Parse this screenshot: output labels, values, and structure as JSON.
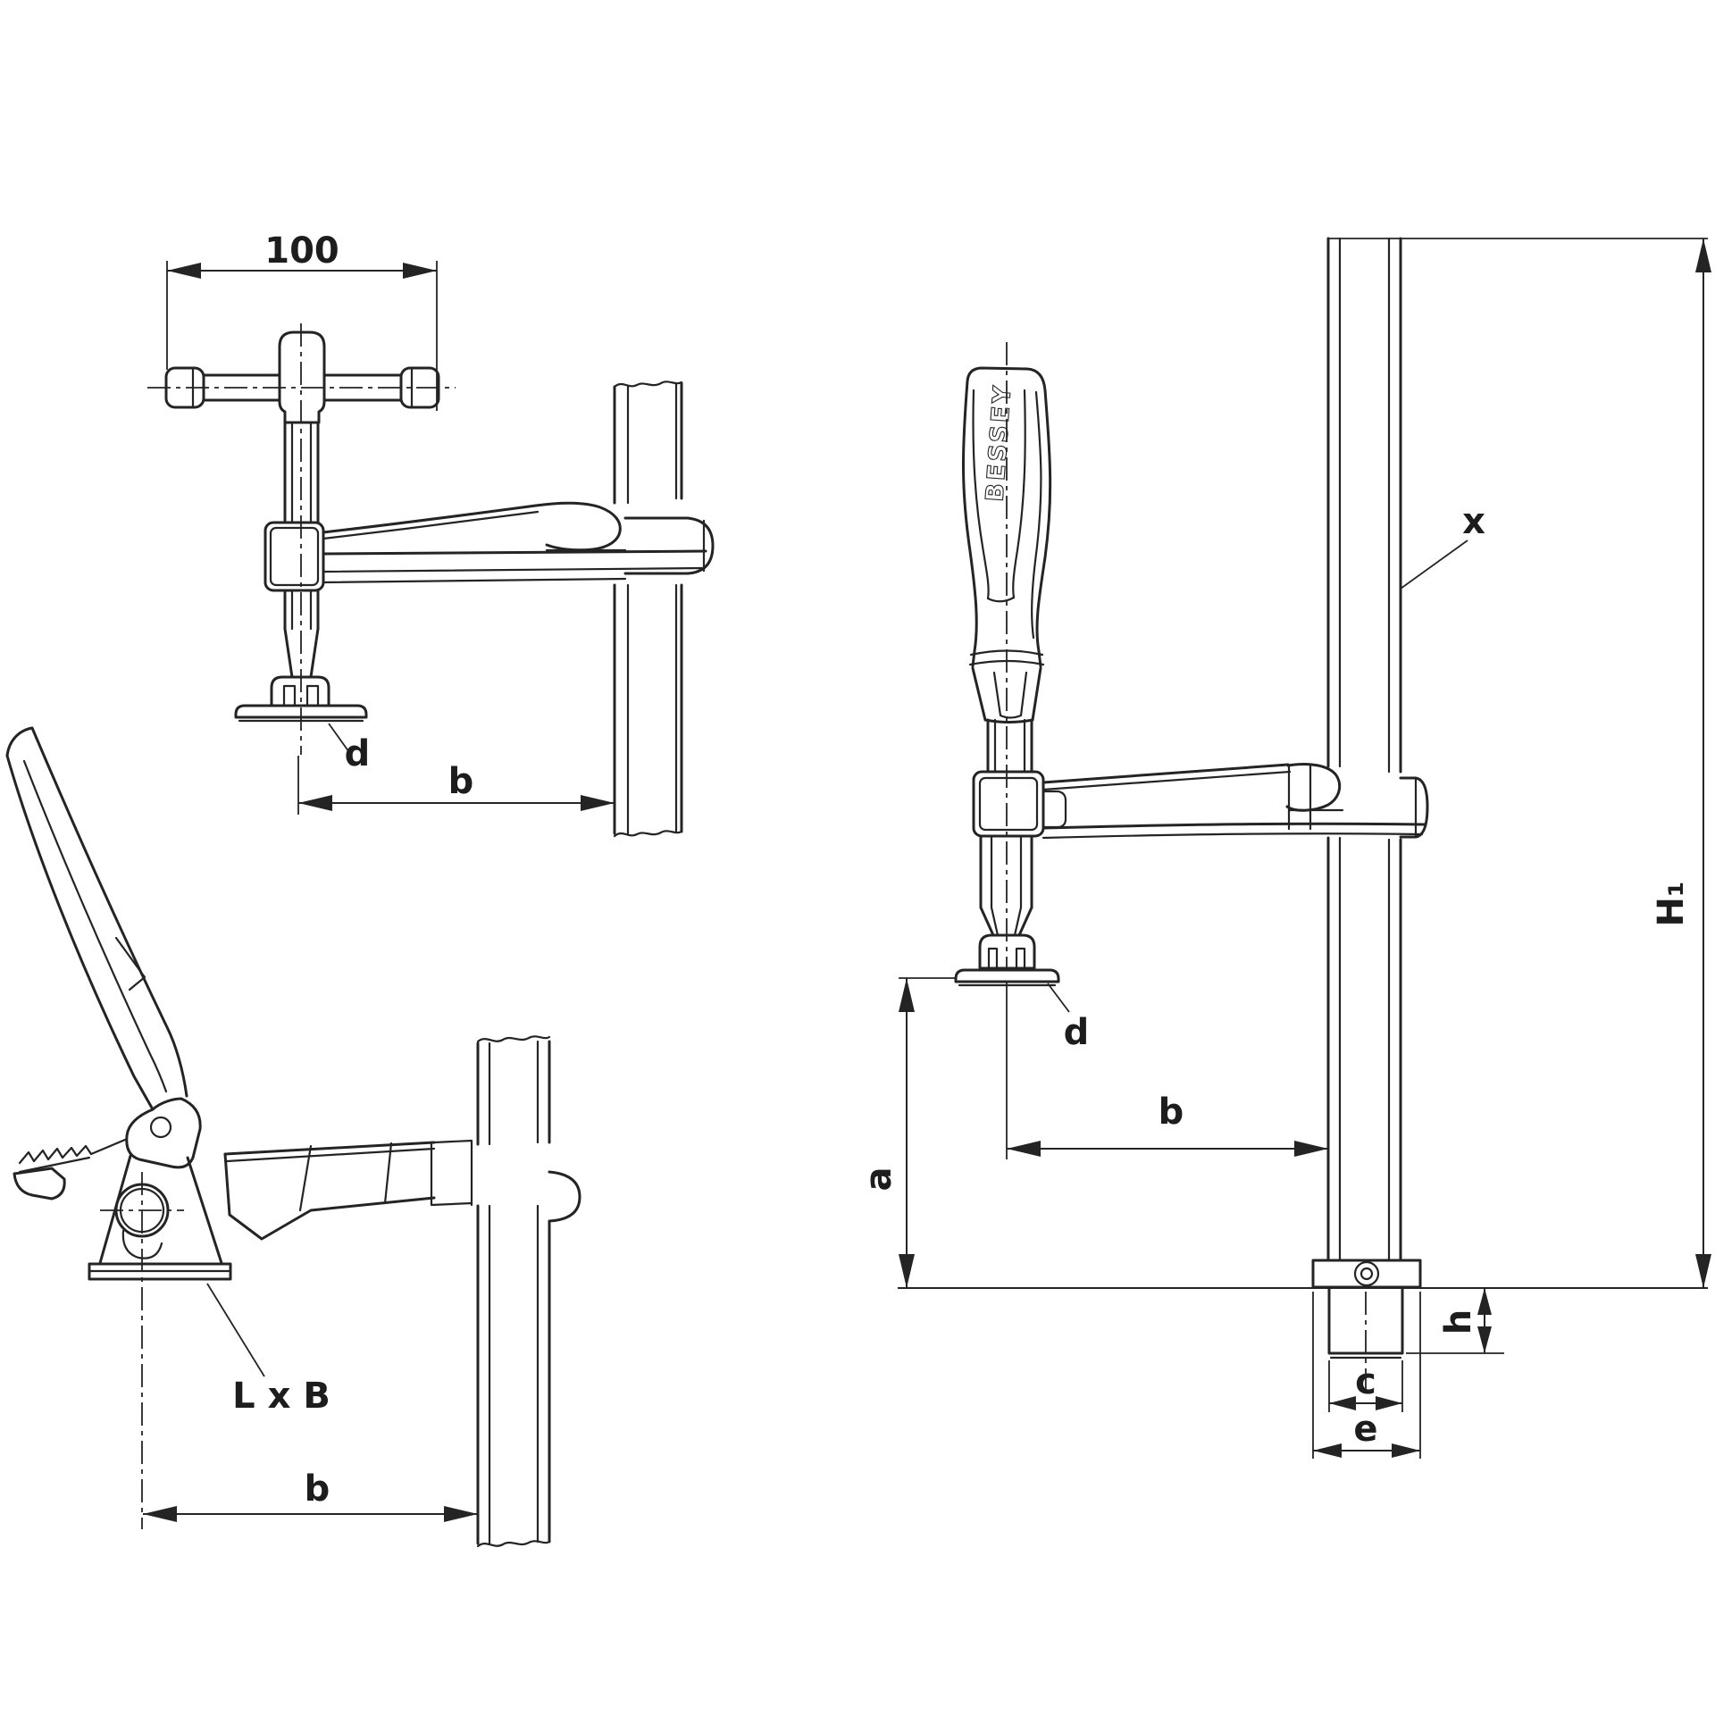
{
  "drawing": {
    "background": "#ffffff",
    "line_color": "#242424",
    "brand": "BESSEY",
    "labels": {
      "top_left": {
        "width": "100",
        "pad_diameter": "d",
        "reach": "b"
      },
      "bottom_left": {
        "pad_plate": "L x B",
        "reach": "b"
      },
      "right": {
        "rail_profile": "x",
        "pad_diameter": "d",
        "opening": "a",
        "reach": "b",
        "rail_height": "H₁",
        "collar_height": "h",
        "rail_thickness": "c",
        "end_width": "e"
      }
    }
  }
}
